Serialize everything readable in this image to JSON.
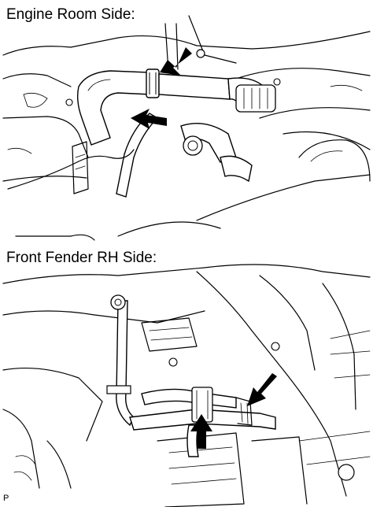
{
  "labels": {
    "engine_room": "Engine Room Side:",
    "front_fender": "Front Fender RH Side:",
    "figure_code": "P"
  }
}
